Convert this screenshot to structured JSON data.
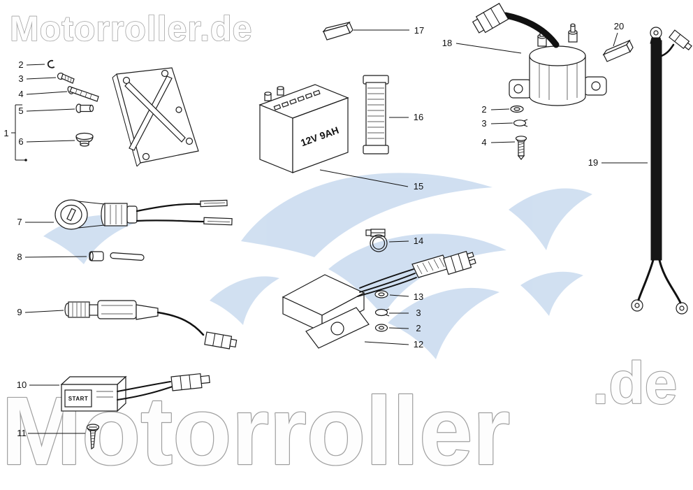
{
  "page": {
    "background": "#ffffff"
  },
  "watermarks": {
    "top": "Motorroller.de",
    "bottom_main": "Motorroller",
    "bottom_de": ".de",
    "text_color": "#a0a0a0",
    "swoosh_color": "#c5d8ee"
  },
  "diagram": {
    "battery_label": "12V 9AH",
    "relay_box_label": "START",
    "line_color": "#1a1a1a"
  },
  "callouts": [
    {
      "num": "2",
      "part": "clip"
    },
    {
      "num": "3",
      "part": "screw-small"
    },
    {
      "num": "4",
      "part": "screw-long"
    },
    {
      "num": "5",
      "part": "rivet"
    },
    {
      "num": "6",
      "part": "rubber-grommet"
    },
    {
      "num": "1",
      "part": "bracket-assembly"
    },
    {
      "num": "17",
      "part": "spacer-bar"
    },
    {
      "num": "18",
      "part": "starter-relay"
    },
    {
      "num": "20",
      "part": "spacer-bar"
    },
    {
      "num": "16",
      "part": "battery-strap"
    },
    {
      "num": "15",
      "part": "battery-12v-9ah"
    },
    {
      "num": "2",
      "part": "washer"
    },
    {
      "num": "3",
      "part": "lock-washer"
    },
    {
      "num": "4",
      "part": "screw"
    },
    {
      "num": "19",
      "part": "battery-cable"
    },
    {
      "num": "7",
      "part": "ignition-switch"
    },
    {
      "num": "8",
      "part": "contact-pins"
    },
    {
      "num": "9",
      "part": "plug-cap-cable"
    },
    {
      "num": "14",
      "part": "clamp"
    },
    {
      "num": "13",
      "part": "washer"
    },
    {
      "num": "3",
      "part": "lock-washer"
    },
    {
      "num": "2",
      "part": "washer"
    },
    {
      "num": "12",
      "part": "cdi-unit"
    },
    {
      "num": "10",
      "part": "starter-relay-box"
    },
    {
      "num": "11",
      "part": "screw"
    }
  ]
}
